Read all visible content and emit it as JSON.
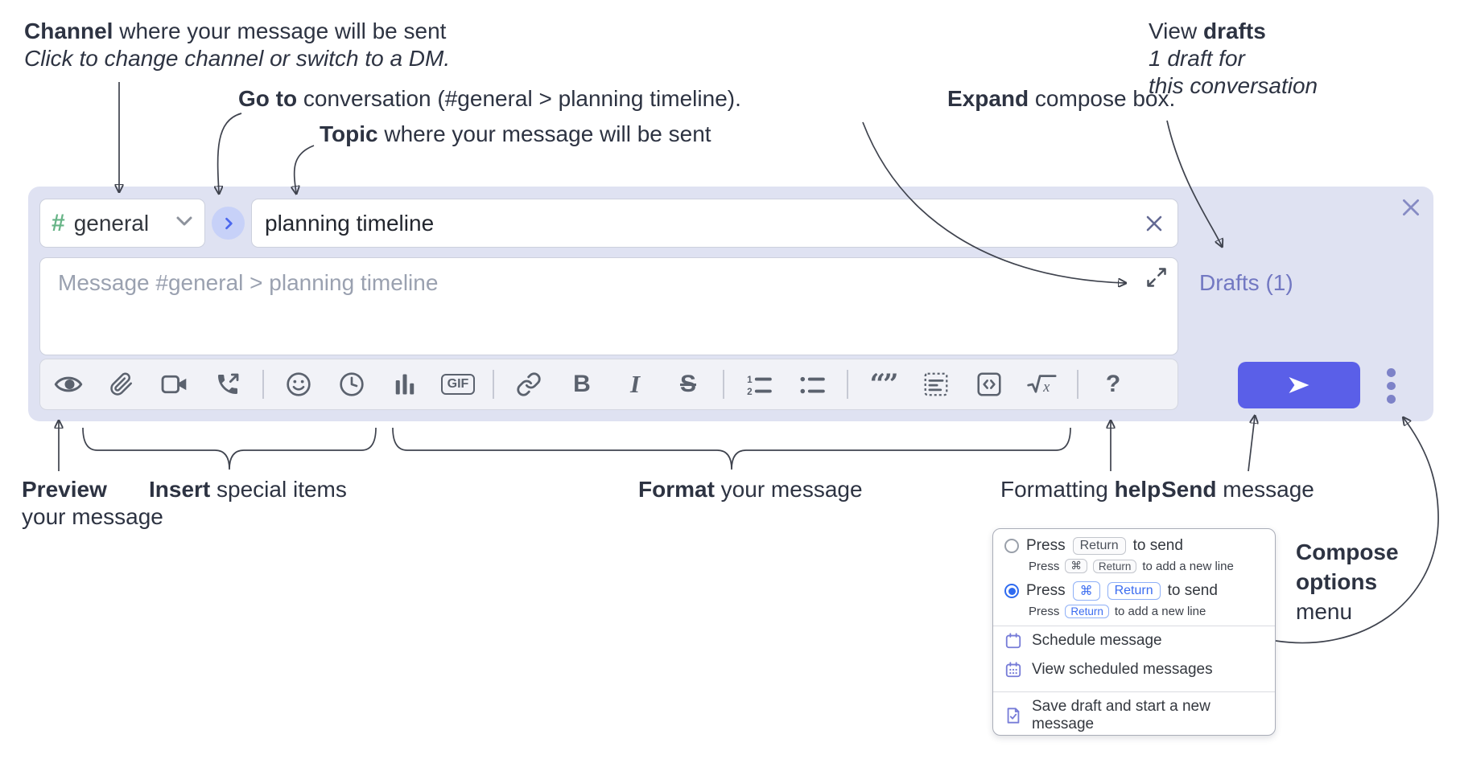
{
  "annotations": {
    "channel": {
      "bold": "Channel",
      "rest": " where your message will be sent",
      "line2": "Click to change channel or switch to a DM."
    },
    "goto": {
      "bold": "Go to",
      "rest": " conversation (#general > planning timeline)."
    },
    "topic": {
      "bold": "Topic",
      "rest": " where your message will be sent"
    },
    "expand": {
      "bold": "Expand",
      "rest": " compose box."
    },
    "view_drafts": {
      "pre": "View ",
      "bold": "drafts",
      "line2": "1 draft for",
      "line3": "this conversation"
    },
    "preview": {
      "bold": "Preview",
      "line2": "your message"
    },
    "insert": {
      "bold": "Insert",
      "rest": " special items"
    },
    "format": {
      "bold": "Format",
      "rest": " your message"
    },
    "formatting_help": {
      "pre": "Formatting ",
      "bold": "help"
    },
    "send": {
      "bold": "Send",
      "rest": " message"
    },
    "compose_options": {
      "line1": "Compose",
      "line2": "options",
      "line3": "menu"
    }
  },
  "compose": {
    "channel": {
      "hash": "#",
      "name": "general"
    },
    "topic_value": "planning timeline",
    "message_placeholder": "Message #general > planning timeline",
    "drafts_label": "Drafts (1)"
  },
  "toolbar": {
    "icons": [
      "preview-eye",
      "attach",
      "video-call",
      "voice-call",
      "emoji",
      "time",
      "poll",
      "gif",
      "link",
      "bold",
      "italic",
      "strikethrough",
      "numbered-list",
      "bulleted-list",
      "quote",
      "spoiler",
      "code",
      "math",
      "help"
    ],
    "gif_label": "GIF",
    "bold_label": "B",
    "italic_label": "I",
    "strike_label": "S",
    "quote_glyph": "“”",
    "help_label": "?"
  },
  "menu": {
    "options": [
      {
        "selected": false,
        "press": "Press",
        "keys": [
          "Return"
        ],
        "suffix": "to send",
        "sub_press": "Press",
        "sub_keys": [
          "⌘",
          "Return"
        ],
        "sub_suffix": "to add a new line"
      },
      {
        "selected": true,
        "press": "Press",
        "keys": [
          "⌘",
          "Return"
        ],
        "suffix": "to send",
        "sub_press": "Press",
        "sub_keys": [
          "Return"
        ],
        "sub_suffix": "to add a new line"
      }
    ],
    "items": [
      {
        "icon": "calendar-icon",
        "label": "Schedule message"
      },
      {
        "icon": "calendar-grid-icon",
        "label": "View scheduled messages"
      },
      {
        "icon": "file-check-icon",
        "label": "Save draft and start a new message"
      }
    ]
  },
  "colors": {
    "accent_send": "#5a5fe8",
    "container_bg": "#dfe2f2",
    "hash_green": "#67b487",
    "drafts_link": "#7278c2",
    "kbd_blue": "#3b6cf0",
    "annotation_text": "#2d3342"
  }
}
